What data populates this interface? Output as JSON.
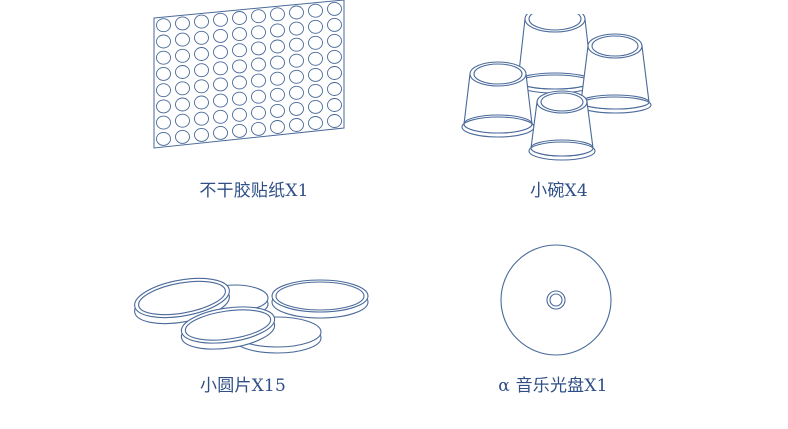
{
  "items": [
    {
      "label": "不干胶贴纸X1",
      "icon": "sticker-sheet"
    },
    {
      "label": "小碗X4",
      "icon": "small-bowls"
    },
    {
      "label": "小圆片X15",
      "icon": "round-discs"
    },
    {
      "label": "α 音乐光盘X1",
      "icon": "music-cd"
    }
  ],
  "colors": {
    "line": "#4a6a9a",
    "text": "#2f4f86"
  }
}
